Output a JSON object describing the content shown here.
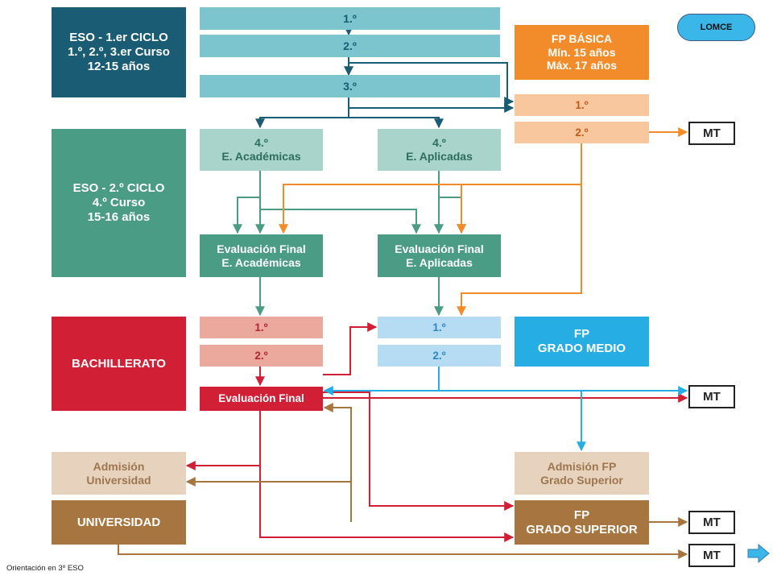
{
  "badge": "LOMCE",
  "footer": "Orientación  en 3º ESO",
  "boxes": {
    "eso1": [
      "ESO - 1.er CICLO",
      "1.º, 2.º, 3.er Curso",
      "12-15 años"
    ],
    "eso1_y1": [
      "1.º"
    ],
    "eso1_y2": [
      "2.º"
    ],
    "eso1_y3": [
      "3.º"
    ],
    "fp_basica": [
      "FP BÁSICA",
      "Mín. 15 años",
      "Máx. 17 años"
    ],
    "fpb_y1": [
      "1.º"
    ],
    "fpb_y2": [
      "2.º"
    ],
    "eso2": [
      "ESO - 2.º CICLO",
      "4.º Curso",
      "15-16 años"
    ],
    "academicas": [
      "4.º",
      "E. Académicas"
    ],
    "aplicadas": [
      "4.º",
      "E. Aplicadas"
    ],
    "eval_academicas": [
      "Evaluación Final",
      "E. Académicas"
    ],
    "eval_aplicadas": [
      "Evaluación Final",
      "E. Aplicadas"
    ],
    "bachillerato": [
      "BACHILLERATO"
    ],
    "bach_y1": [
      "1.º"
    ],
    "bach_y2": [
      "2.º"
    ],
    "bach_eval": [
      "Evaluación Final"
    ],
    "fpgm_y1": [
      "1.º"
    ],
    "fpgm_y2": [
      "2.º"
    ],
    "fp_grado_medio": [
      "FP",
      "GRADO MEDIO"
    ],
    "admision_universidad": [
      "Admisión",
      "Universidad"
    ],
    "admision_fpgs": [
      "Admisión FP",
      "Grado Superior"
    ],
    "universidad": [
      "UNIVERSIDAD"
    ],
    "fp_grado_superior": [
      "FP",
      "GRADO SUPERIOR"
    ],
    "mt_1": [
      "MT"
    ],
    "mt_2": [
      "MT"
    ],
    "mt_3": [
      "MT"
    ],
    "mt_4": [
      "MT"
    ]
  },
  "colors": {
    "teal_dark": "#1a5c73",
    "teal_light": "#7cc5cf",
    "green": "#4a9c85",
    "orange": "#f28c2b",
    "red": "#d11f35",
    "blue": "#25ade4",
    "brown": "#a77640",
    "tan": "#e7d3bd"
  },
  "icons": {
    "next": "right-arrow-icon"
  }
}
